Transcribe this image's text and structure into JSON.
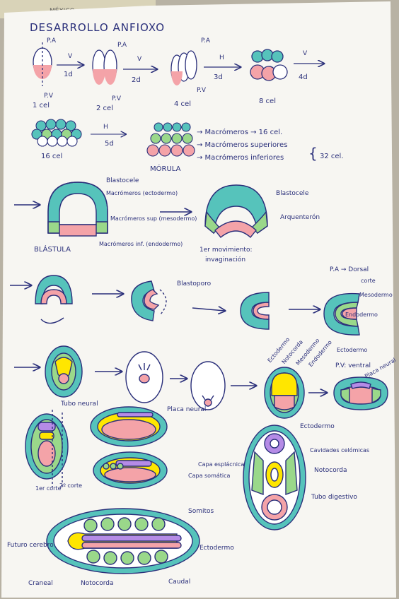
{
  "corner_map": {
    "text": "MÉXICO"
  },
  "title": "DESARROLLO ANFIOXO",
  "cleavage": {
    "pa_label": "P.A",
    "pv_label": "P.V",
    "v_mark": "V",
    "h_mark": "H",
    "stages": [
      "1 cel",
      "2 cel",
      "4 cel",
      "8 cel",
      "16 cel"
    ],
    "arrows": [
      "1d",
      "2d",
      "3d",
      "4d",
      "5d"
    ]
  },
  "morula": {
    "title": "MÓRULA",
    "lines": [
      "→ Macrómeros → 16 cel.",
      "→ Macrómeros superiores",
      "→ Macrómeros inferiores"
    ],
    "total": "32 cel."
  },
  "blastula": {
    "title": "BLÁSTULA",
    "labels": [
      "Blastocele",
      "Macrómeros (ectodermo)",
      "Macrómeros sup (mesodermo)",
      "Macrómeros inf. (endodermo)"
    ]
  },
  "gastrula": {
    "labels": [
      "Blastocele",
      "Arquenterón"
    ],
    "caption_1": "1er movimiento:",
    "caption_2": "invaginación",
    "blastoporo": "Blastoporo"
  },
  "orientation": {
    "pa_dorsal": "P.A → Dorsal",
    "corte": "corte",
    "labels": [
      "Mesodermo",
      "Endodermo",
      "Ectodermo"
    ]
  },
  "neurula": {
    "labels_top": [
      "Ectodermo",
      "Notocorda",
      "Mesodermo",
      "Endodermo"
    ],
    "pv_ventral": "P.V: ventral",
    "placa_neural": "Placa neural"
  },
  "sections": {
    "tubo_neural": "Tubo neural",
    "placa_neural": "Placa neural",
    "corte_1": "1er corte",
    "corte_2": "2º corte"
  },
  "cross_section": {
    "labels_right": [
      "Ectodermo",
      "Cavidades celómicas",
      "Notocorda",
      "Tubo digestivo"
    ],
    "labels_left": [
      "Capa esplácnica",
      "Capa somática"
    ]
  },
  "embryo": {
    "labels": [
      "Somitos",
      "Ectodermo",
      "Futuro cerebro",
      "Craneal",
      "Notocorda",
      "Caudal"
    ]
  },
  "colors": {
    "ink": "#2a2f7a",
    "teal": "#56c3bb",
    "green": "#9ad88a",
    "pink": "#f4a3a8",
    "yellow": "#ffe600",
    "purple": "#b58be6",
    "paper": "#f7f6f2"
  }
}
